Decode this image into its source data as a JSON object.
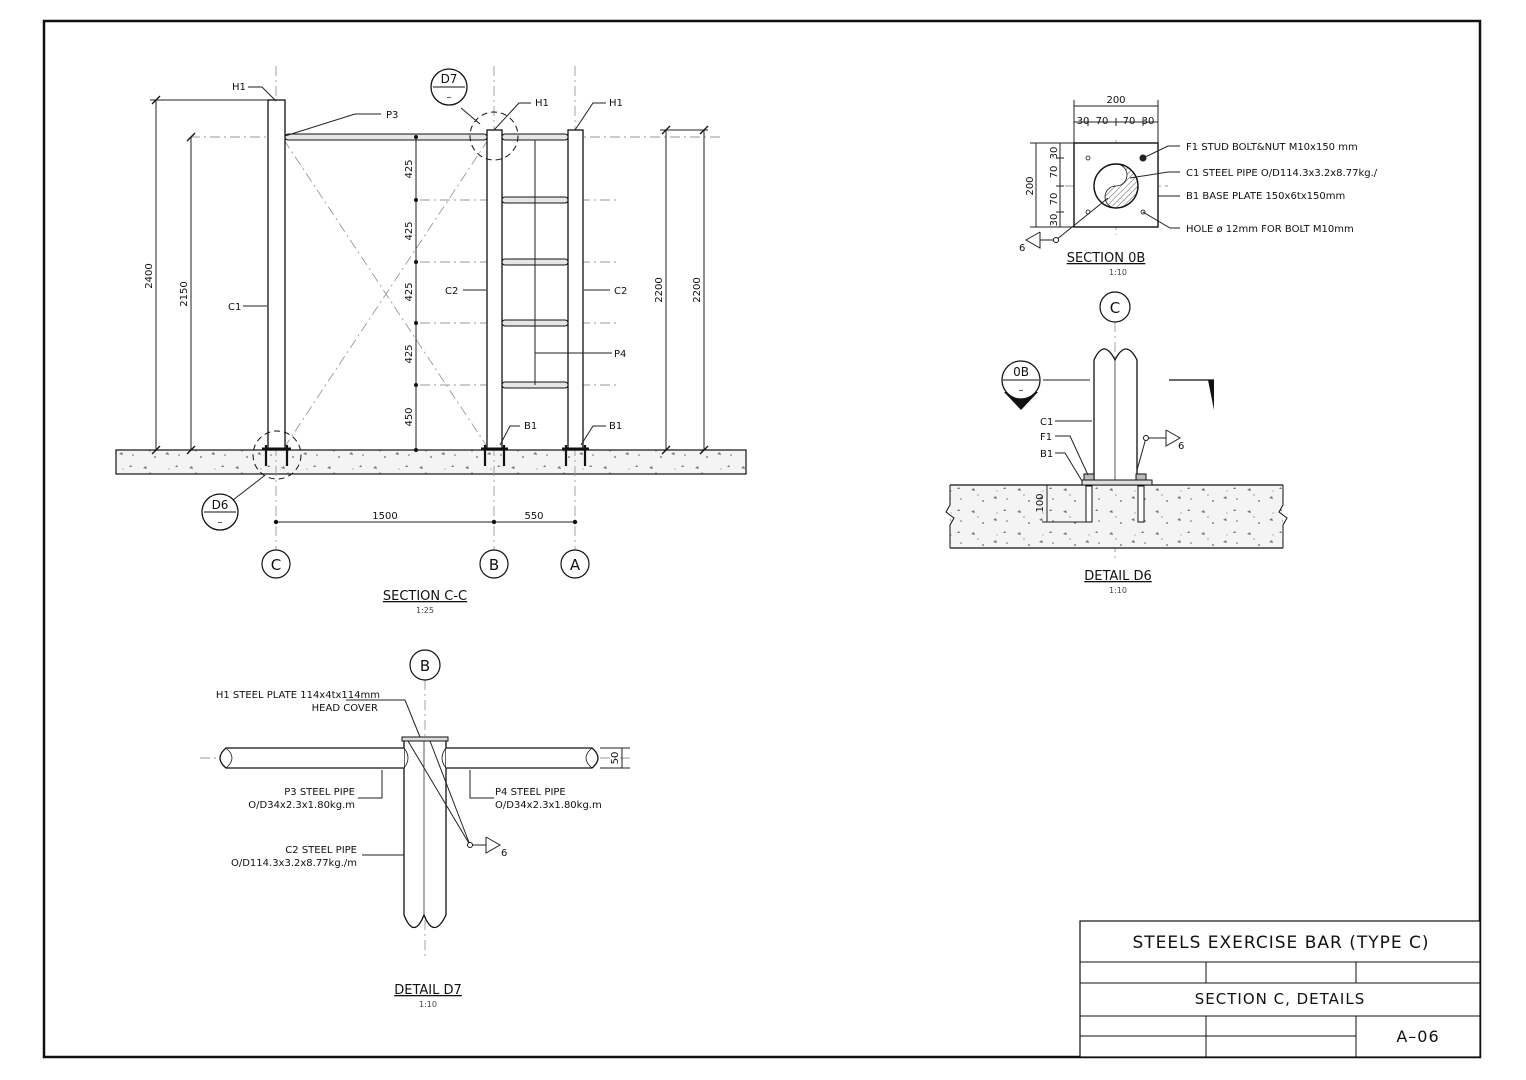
{
  "title_block": {
    "project": "STEELS  EXERCISE  BAR  (TYPE  C)",
    "sheet_title": "SECTION  C,  DETAILS",
    "sheet_no": "A–06"
  },
  "section_cc": {
    "title": "SECTION C-C",
    "scale": "1:25",
    "grid_labels": [
      "C",
      "B",
      "A"
    ],
    "tags": {
      "H1": "H1",
      "P3": "P3",
      "P4": "P4",
      "C1": "C1",
      "C2": "C2",
      "B1": "B1"
    },
    "callout_d7": {
      "id": "D7",
      "sub": "–"
    },
    "callout_d6": {
      "id": "D6",
      "sub": "–"
    },
    "dims": {
      "h2400": "2400",
      "h2150": "2150",
      "h2200a": "2200",
      "h2200b": "2200",
      "v425": "425",
      "v450": "450",
      "w1500": "1500",
      "w550": "550"
    }
  },
  "section_0b": {
    "title": "SECTION 0B",
    "scale": "1:10",
    "dim_200_top": "200",
    "dim_30": "30",
    "dim_70": "70",
    "dim_200_side": "200",
    "weld": "6",
    "notes": [
      "F1  STUD  BOLT&NUT  M10x150  mm",
      "C1  STEEL  PIPE  O/D114.3x3.2x8.77kg./",
      "B1  BASE  PLATE  150x6tx150mm",
      "HOLE  ø  12mm  FOR  BOLT  M10mm"
    ]
  },
  "detail_d6": {
    "title": "DETAIL D6",
    "scale": "1:10",
    "grid": "C",
    "callout": {
      "id": "0B",
      "sub": "–"
    },
    "tags": {
      "C1": "C1",
      "F1": "F1",
      "B1": "B1"
    },
    "weld": "6",
    "dim_100": "100"
  },
  "detail_d7": {
    "title": "DETAIL D7",
    "scale": "1:10",
    "grid": "B",
    "h1_line1": "H1  STEEL  PLATE  114x4tx114mm",
    "h1_line2": "HEAD  COVER",
    "p3_line1": "P3  STEEL  PIPE",
    "p3_line2": "O/D34x2.3x1.80kg.m",
    "p4_line1": "P4  STEEL  PIPE",
    "p4_line2": "O/D34x2.3x1.80kg.m",
    "c2_line1": "C2  STEEL  PIPE",
    "c2_line2": "O/D114.3x3.2x8.77kg./m",
    "dim_50": "50",
    "weld": "6"
  }
}
